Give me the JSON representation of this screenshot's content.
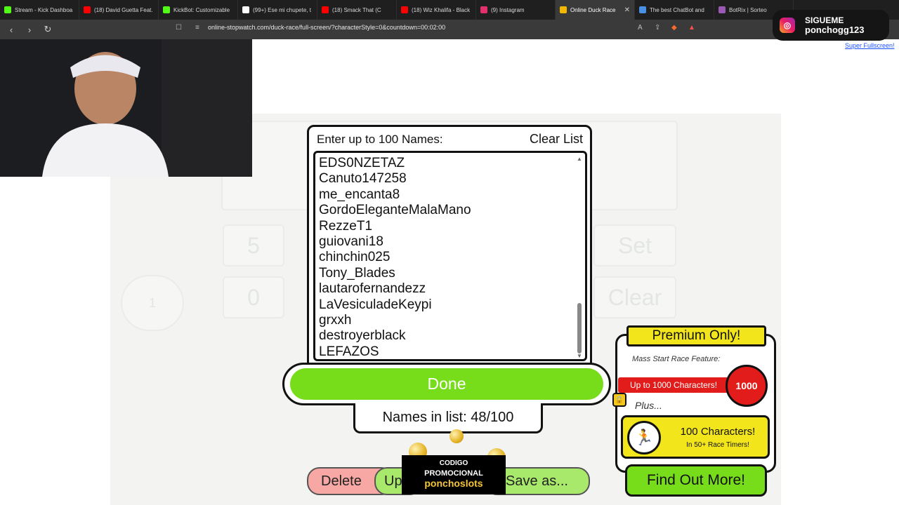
{
  "browser": {
    "tabs": [
      {
        "title": "Stream - Kick Dashboa",
        "color": "#53fc18"
      },
      {
        "title": "(18) David Guetta Feat.",
        "color": "#ff0000"
      },
      {
        "title": "KickBot: Customizable",
        "color": "#53fc18"
      },
      {
        "title": "(99+) Ese mi chupete, t",
        "color": "#ffffff"
      },
      {
        "title": "(18) Smack That (C",
        "color": "#ff0000"
      },
      {
        "title": "(18) Wiz Khalifa - Black",
        "color": "#ff0000"
      },
      {
        "title": "(9) Instagram",
        "color": "#e1306c"
      },
      {
        "title": "Online Duck Race",
        "color": "#f5b800",
        "active": true
      },
      {
        "title": "The best ChatBot and",
        "color": "#4a90e2"
      },
      {
        "title": "BotRix | Sorteo",
        "color": "#9b59b6"
      }
    ],
    "url": "online-stopwatch.com/duck-race/full-screen/?characterStyle=0&countdown=00:02:00",
    "tab_close": "✕"
  },
  "overlay": {
    "follow_label": "SIGUEME",
    "handle": "ponchogg123",
    "super_fullscreen": "Super Fullscreen!"
  },
  "background": {
    "tiles": [
      "5",
      "Set",
      "0",
      "Clear",
      "1"
    ]
  },
  "modal": {
    "title": "Enter up to 100 Names:",
    "clear_list": "Clear List",
    "names": [
      "EDS0NZETAZ",
      "Canuto147258",
      "me_encanta8",
      "GordoEleganteMalaMano",
      "RezzeT1",
      "guiovani18",
      "chinchin025",
      "Tony_Blades",
      "lautarofernandezz",
      "LaVesiculadeKeypi",
      "grxxh",
      "destroyerblack",
      "LEFAZOS"
    ],
    "done_label": "Done",
    "names_count": "Names in list: 48/100"
  },
  "bottom_buttons": {
    "delete": "Delete",
    "upload": "Up",
    "save_as": "Save as..."
  },
  "premium": {
    "title": "Premium Only!",
    "mass_start": "Mass Start Race Feature:",
    "up_to": "Up to 1000 Characters!",
    "up_to_value": "1000",
    "plus": "Plus...",
    "hundred_title": "100 Characters!",
    "hundred_sub": "In 50+ Race Timers!",
    "find_out": "Find Out More!"
  },
  "promo": {
    "line1": "CODIGO",
    "line2": "PROMOCIONAL",
    "line3": "ponchoslots"
  },
  "colors": {
    "green": "#77dd1a",
    "yellow": "#f3e51c",
    "red": "#e21b1b"
  }
}
